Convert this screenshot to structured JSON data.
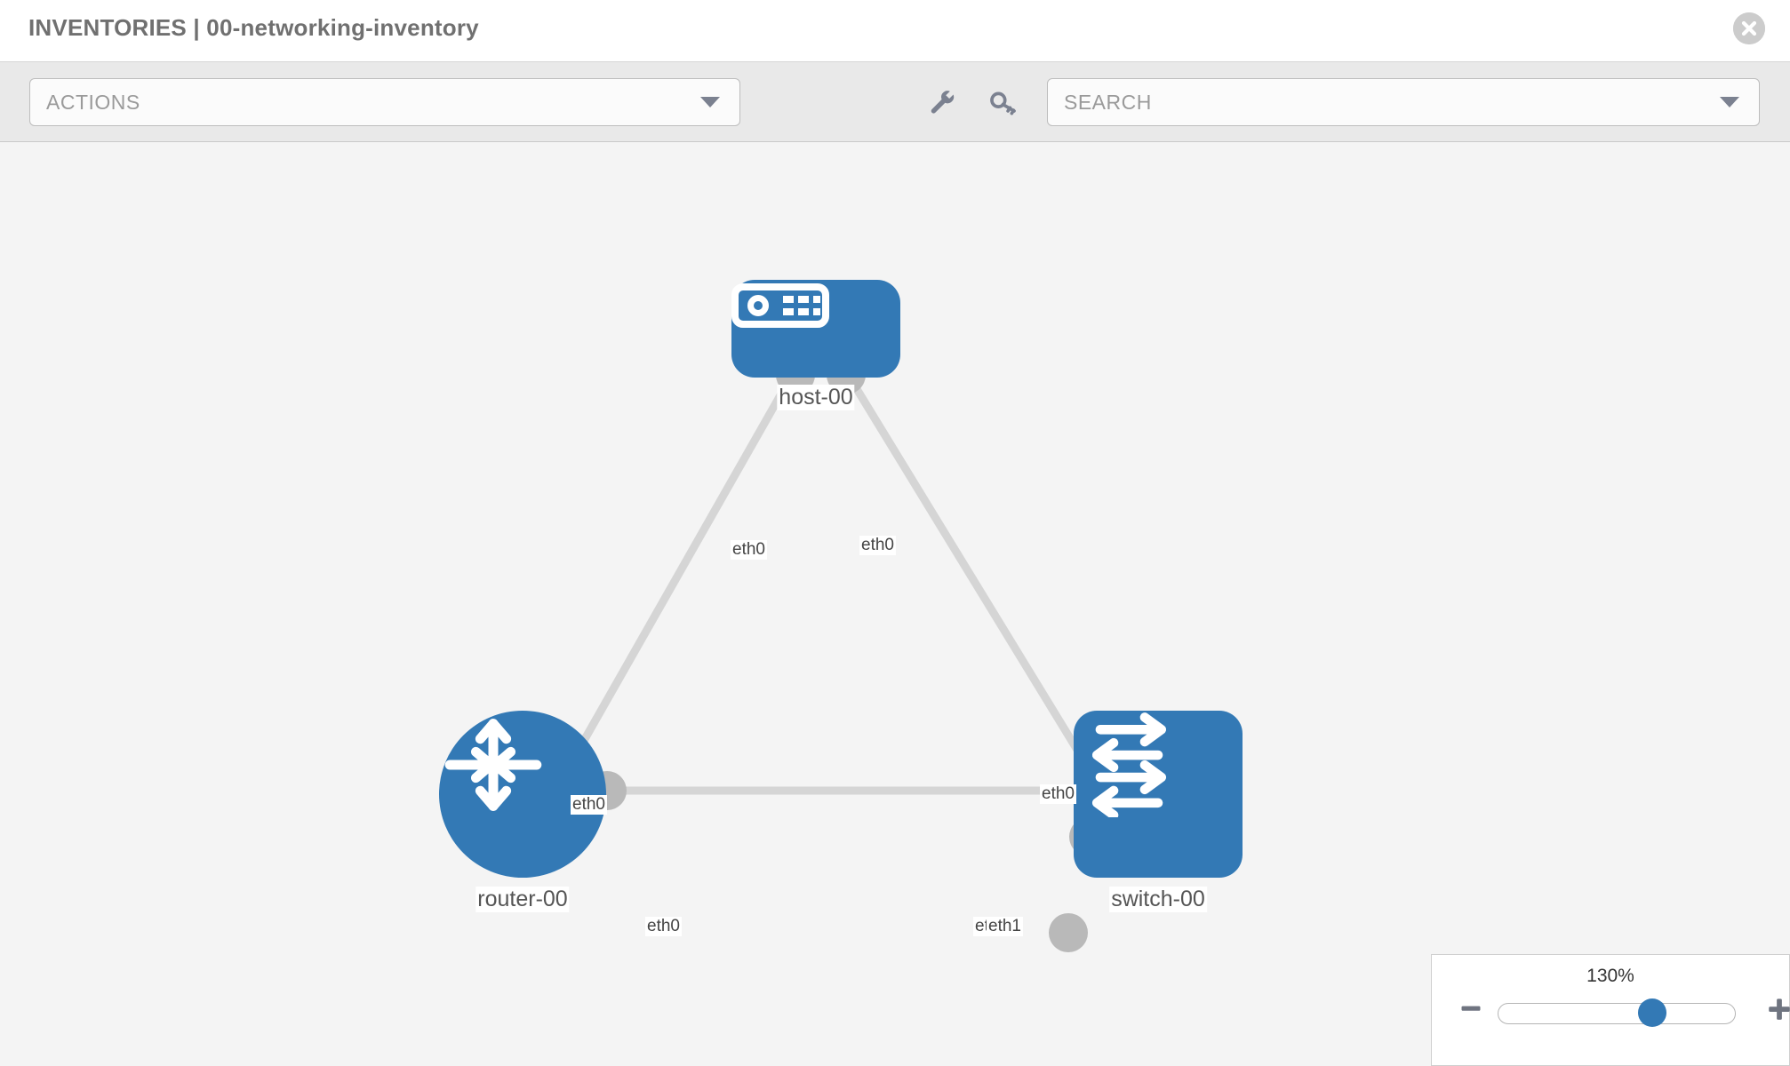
{
  "header": {
    "title": "INVENTORIES | 00-networking-inventory",
    "close_label": "×"
  },
  "toolbar": {
    "actions_value": "ACTIONS",
    "search_placeholder": "SEARCH",
    "wrench_icon": "wrench-icon",
    "key_icon": "key-icon",
    "caret_icon": "chevron-down-icon"
  },
  "topology": {
    "nodes": [
      {
        "id": "host-00",
        "label": "host-00",
        "type": "host",
        "shape": "rounded-rect"
      },
      {
        "id": "router-00",
        "label": "router-00",
        "type": "router",
        "shape": "circle"
      },
      {
        "id": "switch-00",
        "label": "switch-00",
        "type": "switch",
        "shape": "rounded-square"
      }
    ],
    "links": [
      {
        "from": "host-00",
        "from_iface": "eth0",
        "to": "router-00",
        "to_iface": "eth0"
      },
      {
        "from": "host-00",
        "from_iface": "eth0",
        "to": "switch-00",
        "to_iface": "eth0"
      },
      {
        "from": "router-00",
        "from_iface": "eth0",
        "to": "switch-00",
        "to_iface": "eth1"
      }
    ],
    "interface_labels": {
      "host_left": "eth0",
      "host_right": "eth0",
      "router_upper": "eth0",
      "switch_upper": "eth0",
      "router_right": "eth0",
      "switch_left_hidden": "eth0",
      "switch_left": "eth1"
    }
  },
  "zoom_control": {
    "level": "130%",
    "minus_label": "−",
    "plus_label": "+",
    "thumb_position_pct": 67
  },
  "colors": {
    "node_blue": "#3379b5",
    "canvas_bg": "#f4f4f4",
    "toolbar_bg": "#e9e9e9",
    "link_gray": "#d5d5d5",
    "endpoint_gray": "#b9b9b9",
    "title_gray": "#707070"
  }
}
